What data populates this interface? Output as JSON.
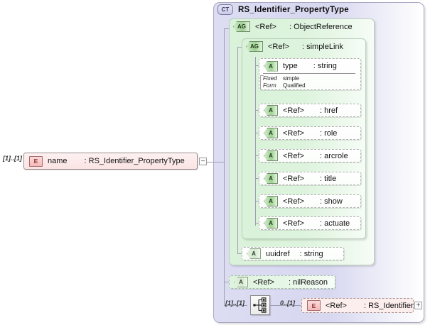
{
  "diagram": {
    "kind": "xsd-schema-diagram",
    "root_element": {
      "badge": "E",
      "name": "name",
      "separator": ":",
      "type": "RS_Identifier_PropertyType",
      "cardinality": "[1]..[1]",
      "expander": "−"
    },
    "complex_type": {
      "badge": "CT",
      "title": "RS_Identifier_PropertyType"
    },
    "attribute_groups": [
      {
        "badge": "AG",
        "name": "<Ref>",
        "separator": ":",
        "type": "ObjectReference"
      },
      {
        "badge": "AG",
        "name": "<Ref>",
        "separator": ":",
        "type": "simpleLink"
      }
    ],
    "simple_link_attributes": [
      {
        "badge": "A",
        "name": "type",
        "separator": ":",
        "type": "string"
      },
      {
        "badge": "A",
        "name": "<Ref>",
        "separator": ":",
        "type": "href"
      },
      {
        "badge": "A",
        "name": "<Ref>",
        "separator": ":",
        "type": "role"
      },
      {
        "badge": "A",
        "name": "<Ref>",
        "separator": ":",
        "type": "arcrole"
      },
      {
        "badge": "A",
        "name": "<Ref>",
        "separator": ":",
        "type": "title"
      },
      {
        "badge": "A",
        "name": "<Ref>",
        "separator": ":",
        "type": "show"
      },
      {
        "badge": "A",
        "name": "<Ref>",
        "separator": ":",
        "type": "actuate"
      }
    ],
    "type_facets": {
      "fixed_label": "Fixed",
      "fixed_value": "simple",
      "form_label": "Form",
      "form_value": "Qualified"
    },
    "object_reference_attributes": [
      {
        "badge": "A",
        "name": "uuidref",
        "separator": ":",
        "type": "string"
      }
    ],
    "type_attributes": [
      {
        "badge": "A",
        "name": "<Ref>",
        "separator": ":",
        "type": "nilReason"
      }
    ],
    "sequence": {
      "icon": "sequence-icon",
      "left_cardinality": "[1]..[1]",
      "right_cardinality": "0..[1]"
    },
    "child_element": {
      "badge": "E",
      "name": "<Ref>",
      "separator": ":",
      "type": "RS_Identifier",
      "expander": "+"
    },
    "colors": {
      "element_fill": "#fbe3e3",
      "element_border": "#9b8c8c",
      "complex_type_fill": "#d7d7f0",
      "complex_type_border": "#a9a9c4",
      "attribute_group_fill": "#ddf3dd",
      "attribute_group_border": "#b9cfb9",
      "attribute_badge": "#9fd193",
      "connector_line": "#9e9eb4"
    }
  }
}
